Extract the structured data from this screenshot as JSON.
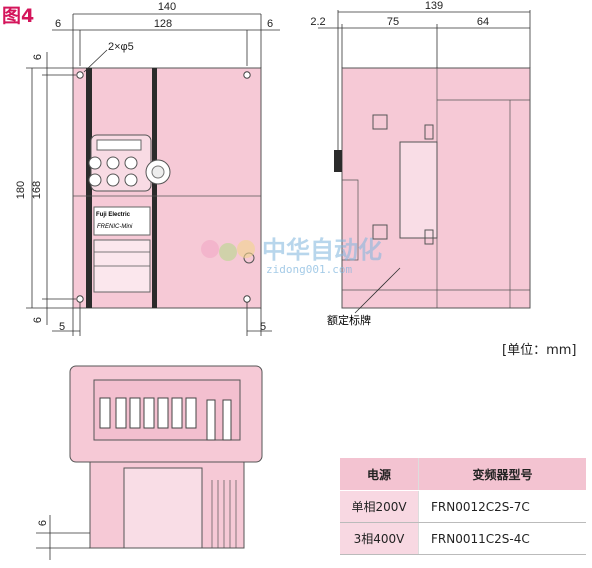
{
  "figure_label": "图4",
  "front_view": {
    "dims": {
      "overall_width": "140",
      "inner_width": "128",
      "edge_left": "6",
      "edge_right": "6",
      "hole_spec": "2×φ5",
      "overall_height": "180",
      "inner_height": "168",
      "top_edge": "6",
      "bottom_edge": "6",
      "foot_left": "5",
      "foot_right": "5"
    },
    "brand_text": "Fuji Electric",
    "series_text": "FRENIC-Mini"
  },
  "side_view": {
    "dims": {
      "overall_depth": "139",
      "offset": "2.2",
      "front_depth": "75",
      "rear_depth": "64"
    },
    "nameplate_label": "额定标牌"
  },
  "bottom_view": {
    "dims": {
      "bottom_edge": "6"
    }
  },
  "watermark": {
    "main": "中华自动化",
    "sub": "zidong001.com"
  },
  "unit_note": "[单位：mm]",
  "model_table": {
    "headers": [
      "电源",
      "变频器型号"
    ],
    "rows": [
      {
        "power": "单相200V",
        "model": "FRN0012C2S-7C"
      },
      {
        "power": "3相400V",
        "model": "FRN0011C2S-4C"
      }
    ]
  }
}
